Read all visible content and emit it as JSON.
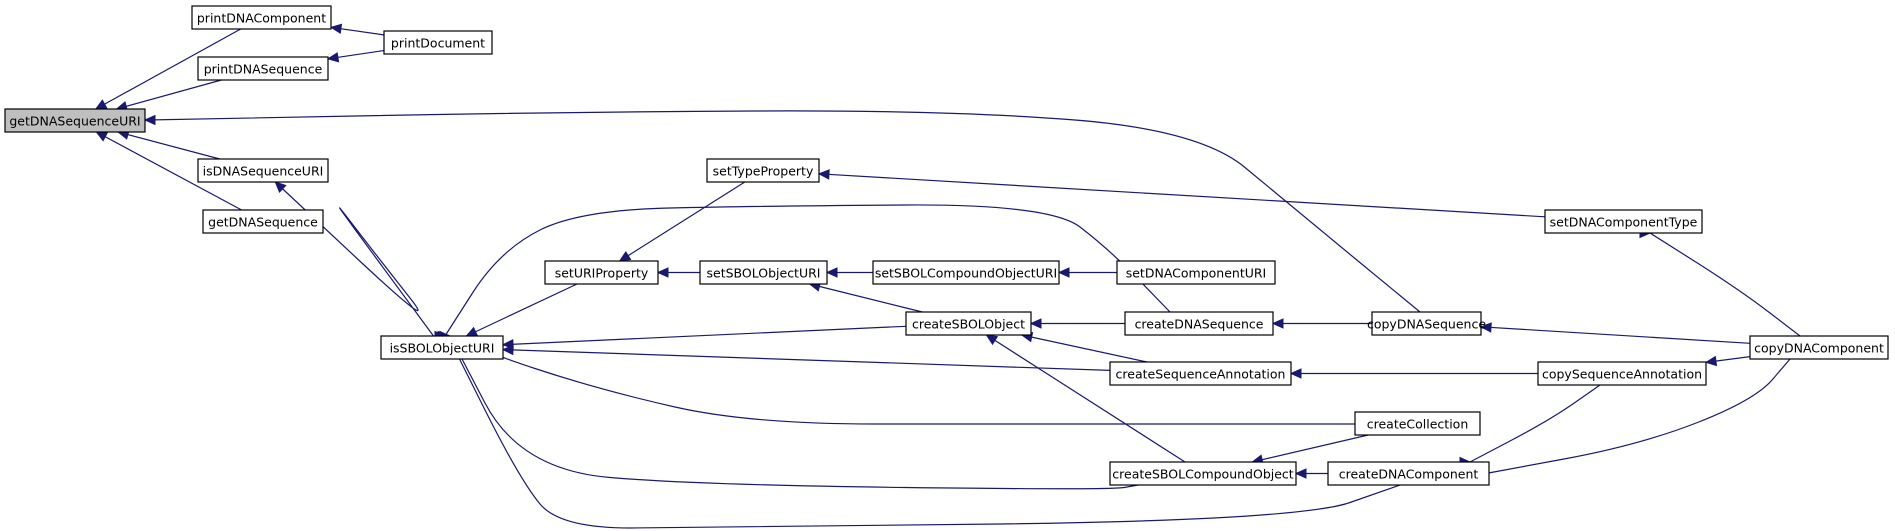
{
  "diagram": {
    "edge_color": "#191970",
    "root_fill": "#bfbfbf",
    "nodes": [
      {
        "id": "getDNASequenceURI",
        "label": "getDNASequenceURI",
        "root": true
      },
      {
        "id": "printDNAComponent",
        "label": "printDNAComponent"
      },
      {
        "id": "printDNASequence",
        "label": "printDNASequence"
      },
      {
        "id": "printDocument",
        "label": "printDocument"
      },
      {
        "id": "isDNASequenceURI",
        "label": "isDNASequenceURI"
      },
      {
        "id": "getDNASequence",
        "label": "getDNASequence"
      },
      {
        "id": "isSBOLObjectURI",
        "label": "isSBOLObjectURI"
      },
      {
        "id": "setURIProperty",
        "label": "setURIProperty"
      },
      {
        "id": "setTypeProperty",
        "label": "setTypeProperty"
      },
      {
        "id": "setSBOLObjectURI",
        "label": "setSBOLObjectURI"
      },
      {
        "id": "setSBOLCompoundObjectURI",
        "label": "setSBOLCompoundObjectURI"
      },
      {
        "id": "setDNAComponentURI",
        "label": "setDNAComponentURI"
      },
      {
        "id": "createSBOLObject",
        "label": "createSBOLObject"
      },
      {
        "id": "createDNASequence",
        "label": "createDNASequence"
      },
      {
        "id": "createSequenceAnnotation",
        "label": "createSequenceAnnotation"
      },
      {
        "id": "createCollection",
        "label": "createCollection"
      },
      {
        "id": "createSBOLCompoundObject",
        "label": "createSBOLCompoundObject"
      },
      {
        "id": "createDNAComponent",
        "label": "createDNAComponent"
      },
      {
        "id": "setDNAComponentType",
        "label": "setDNAComponentType"
      },
      {
        "id": "copyDNASequence",
        "label": "copyDNASequence"
      },
      {
        "id": "copySequenceAnnotation",
        "label": "copySequenceAnnotation"
      },
      {
        "id": "copyDNAComponent",
        "label": "copyDNAComponent"
      }
    ],
    "edges": [
      {
        "from": "printDNAComponent",
        "to": "getDNASequenceURI"
      },
      {
        "from": "printDNASequence",
        "to": "getDNASequenceURI"
      },
      {
        "from": "isDNASequenceURI",
        "to": "getDNASequenceURI"
      },
      {
        "from": "getDNASequence",
        "to": "getDNASequenceURI"
      },
      {
        "from": "copyDNASequence",
        "to": "getDNASequenceURI"
      },
      {
        "from": "printDocument",
        "to": "printDNAComponent"
      },
      {
        "from": "printDocument",
        "to": "printDNASequence"
      },
      {
        "from": "isSBOLObjectURI",
        "to": "isDNASequenceURI"
      },
      {
        "from": "setURIProperty",
        "to": "isSBOLObjectURI"
      },
      {
        "from": "createSBOLObject",
        "to": "isSBOLObjectURI"
      },
      {
        "from": "createSequenceAnnotation",
        "to": "isSBOLObjectURI"
      },
      {
        "from": "createCollection",
        "to": "isSBOLObjectURI"
      },
      {
        "from": "createSBOLCompoundObject",
        "to": "isSBOLObjectURI"
      },
      {
        "from": "createDNAComponent",
        "to": "isSBOLObjectURI"
      },
      {
        "from": "createDNASequence",
        "to": "isSBOLObjectURI"
      },
      {
        "from": "setTypeProperty",
        "to": "setURIProperty"
      },
      {
        "from": "setSBOLObjectURI",
        "to": "setURIProperty"
      },
      {
        "from": "setDNAComponentType",
        "to": "setTypeProperty"
      },
      {
        "from": "setSBOLCompoundObjectURI",
        "to": "setSBOLObjectURI"
      },
      {
        "from": "createSBOLObject",
        "to": "setSBOLObjectURI"
      },
      {
        "from": "setDNAComponentURI",
        "to": "setSBOLCompoundObjectURI"
      },
      {
        "from": "createDNASequence",
        "to": "createSBOLObject"
      },
      {
        "from": "createSequenceAnnotation",
        "to": "createSBOLObject"
      },
      {
        "from": "createSBOLCompoundObject",
        "to": "createSBOLObject"
      },
      {
        "from": "copyDNASequence",
        "to": "createDNASequence"
      },
      {
        "from": "copySequenceAnnotation",
        "to": "createSequenceAnnotation"
      },
      {
        "from": "createDNAComponent",
        "to": "createSBOLCompoundObject"
      },
      {
        "from": "createCollection",
        "to": "createSBOLCompoundObject"
      },
      {
        "from": "copyDNAComponent",
        "to": "copyDNASequence"
      },
      {
        "from": "copyDNAComponent",
        "to": "setDNAComponentType"
      },
      {
        "from": "copyDNAComponent",
        "to": "copySequenceAnnotation"
      },
      {
        "from": "copyDNAComponent",
        "to": "createDNAComponent"
      },
      {
        "from": "copySequenceAnnotation",
        "to": "createDNAComponent"
      }
    ]
  }
}
